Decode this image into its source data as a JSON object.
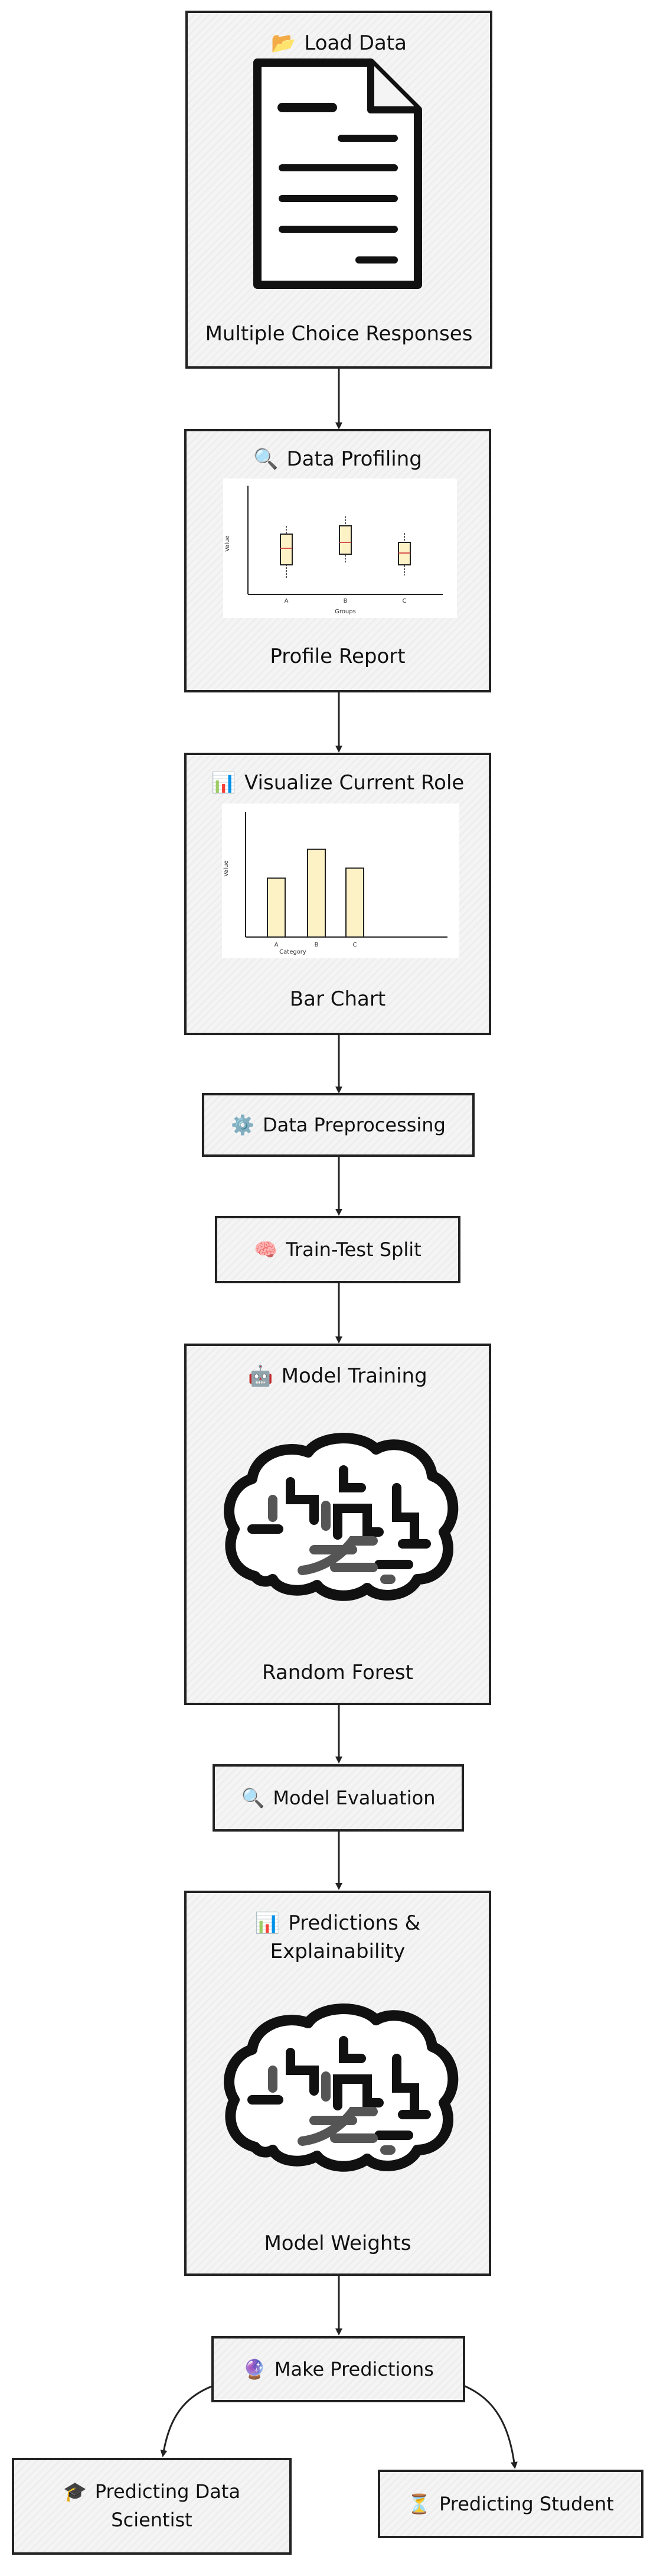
{
  "load_data": {
    "icon": "📂",
    "title": "Load Data",
    "caption": "Multiple Choice Responses"
  },
  "data_profiling": {
    "icon": "🔍",
    "title": "Data Profiling",
    "caption": "Profile Report",
    "chart": {
      "type": "boxplot",
      "ylabel": "Value",
      "xlabel": "Groups",
      "categories": [
        "A",
        "B",
        "C"
      ]
    }
  },
  "visualize_role": {
    "icon": "📊",
    "title": "Visualize Current Role",
    "caption": "Bar Chart",
    "chart": {
      "type": "bar",
      "ylabel": "Value",
      "xlabel": "Category",
      "categories": [
        "A",
        "B",
        "C"
      ],
      "values": [
        47,
        70,
        55
      ],
      "ylim": [
        0,
        100
      ]
    }
  },
  "preprocessing": {
    "icon": "⚙️",
    "title": "Data Preprocessing"
  },
  "split": {
    "icon": "🧠",
    "title": "Train-Test Split"
  },
  "model_training": {
    "icon": "🤖",
    "title": "Model Training",
    "caption": "Random Forest"
  },
  "model_evaluation": {
    "icon": "🔍",
    "title": "Model Evaluation"
  },
  "predictions": {
    "icon": "📊",
    "title_line1": "Predictions &",
    "title_line2": "Explainability",
    "caption": "Model Weights"
  },
  "make_predictions": {
    "icon": "🔮",
    "title": "Make Predictions"
  },
  "predict_ds": {
    "icon": "🎓",
    "title_line1": "Predicting Data",
    "title_line2": "Scientist"
  },
  "predict_student": {
    "icon": "⏳",
    "title": "Predicting Student"
  },
  "colors": {
    "stroke": "#222222",
    "fill": "#f4f4f4",
    "bar_fill": "#fdf1c6",
    "box_fill": "#fdf1c6",
    "median": "#d9534f"
  }
}
